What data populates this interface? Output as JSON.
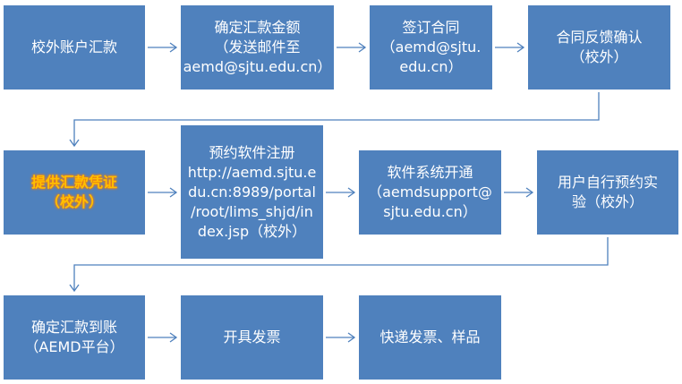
{
  "colors": {
    "box_fill": "#4f81bd",
    "box_text": "#ffffff",
    "highlight_text": "#ffc000",
    "connector": "#4f81bd"
  },
  "steps": [
    {
      "id": "step-1",
      "lines": [
        "校外账户汇款"
      ]
    },
    {
      "id": "step-2",
      "lines": [
        "确定汇款金额",
        "（发送邮件至",
        "aemd@sjtu.edu.cn）"
      ]
    },
    {
      "id": "step-3",
      "lines": [
        "签订合同",
        "（aemd@sjtu.",
        "edu.cn）"
      ]
    },
    {
      "id": "step-4",
      "lines": [
        "合同反馈确认",
        "（校外）"
      ]
    },
    {
      "id": "step-5",
      "lines": [
        "提供汇款凭证",
        "（校外）"
      ],
      "highlight": true
    },
    {
      "id": "step-6",
      "lines": [
        "预约软件注册",
        "http://aemd.sjtu.e",
        "du.cn:8989/portal",
        "/root/lims_shjd/in",
        "dex.jsp（校外）"
      ]
    },
    {
      "id": "step-7",
      "lines": [
        "软件系统开通",
        "（aemdsupport@",
        "sjtu.edu.cn）"
      ]
    },
    {
      "id": "step-8",
      "lines": [
        "用户自行预约实",
        "验（校外）"
      ]
    },
    {
      "id": "step-9",
      "lines": [
        "确定汇款到账",
        "（AEMD平台）"
      ]
    },
    {
      "id": "step-10",
      "lines": [
        "开具发票"
      ]
    },
    {
      "id": "step-11",
      "lines": [
        "快递发票、样品"
      ]
    }
  ],
  "flow": [
    [
      "step-1",
      "step-2"
    ],
    [
      "step-2",
      "step-3"
    ],
    [
      "step-3",
      "step-4"
    ],
    [
      "step-4",
      "step-5"
    ],
    [
      "step-5",
      "step-6"
    ],
    [
      "step-6",
      "step-7"
    ],
    [
      "step-7",
      "step-8"
    ],
    [
      "step-8",
      "step-9"
    ],
    [
      "step-9",
      "step-10"
    ],
    [
      "step-10",
      "step-11"
    ]
  ]
}
